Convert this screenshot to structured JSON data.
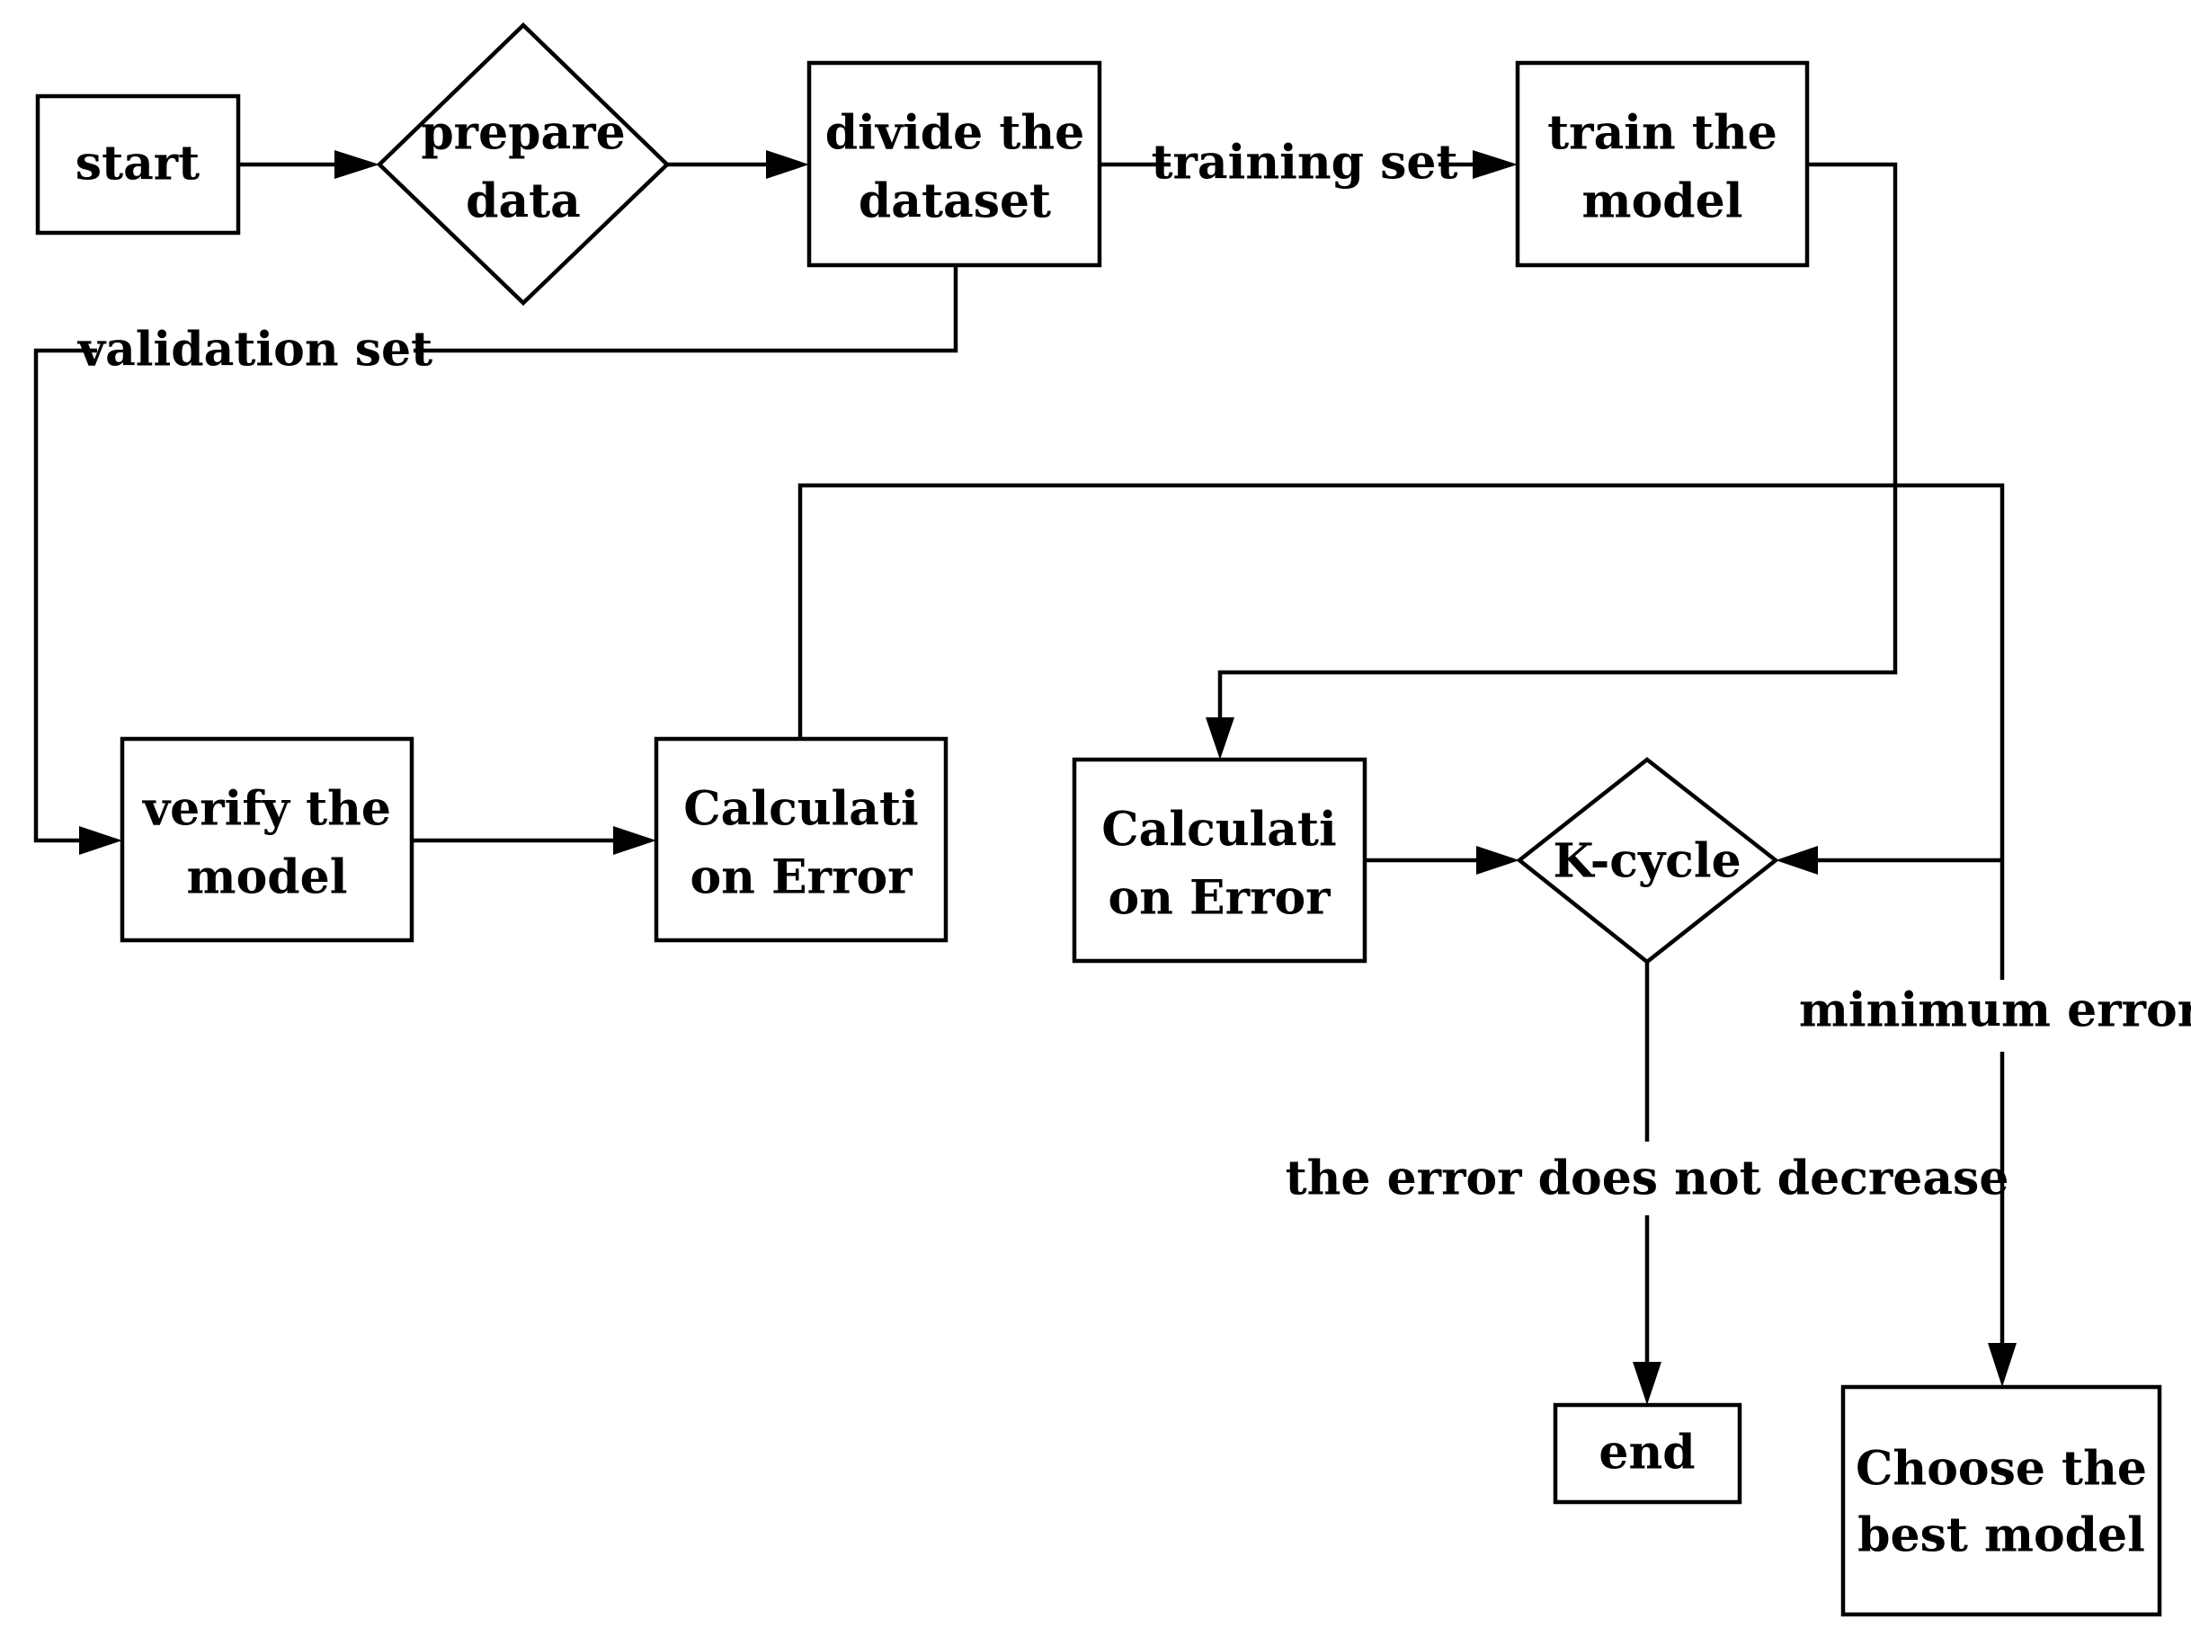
{
  "nodes": {
    "start": {
      "lines": [
        "start"
      ]
    },
    "prepare_data": {
      "lines": [
        "prepare",
        "data"
      ]
    },
    "divide_dataset": {
      "lines": [
        "divide the",
        "dataset"
      ]
    },
    "train_model": {
      "lines": [
        "train the",
        "model"
      ]
    },
    "verify_model": {
      "lines": [
        "verify the",
        "model"
      ]
    },
    "calc_error_validation": {
      "lines": [
        "Calculati",
        "on Error"
      ]
    },
    "calc_error_training": {
      "lines": [
        "Calculati",
        "on Error"
      ]
    },
    "k_cycle": {
      "lines": [
        "K-cycle"
      ]
    },
    "end": {
      "lines": [
        "end"
      ]
    },
    "choose_best_model": {
      "lines": [
        "Choose the",
        "best model"
      ]
    }
  },
  "edge_labels": {
    "training_set": "training set",
    "validation_set": "validation set",
    "minimum_error": "minimum error",
    "error_not_decrease": "the error does not decrease"
  }
}
